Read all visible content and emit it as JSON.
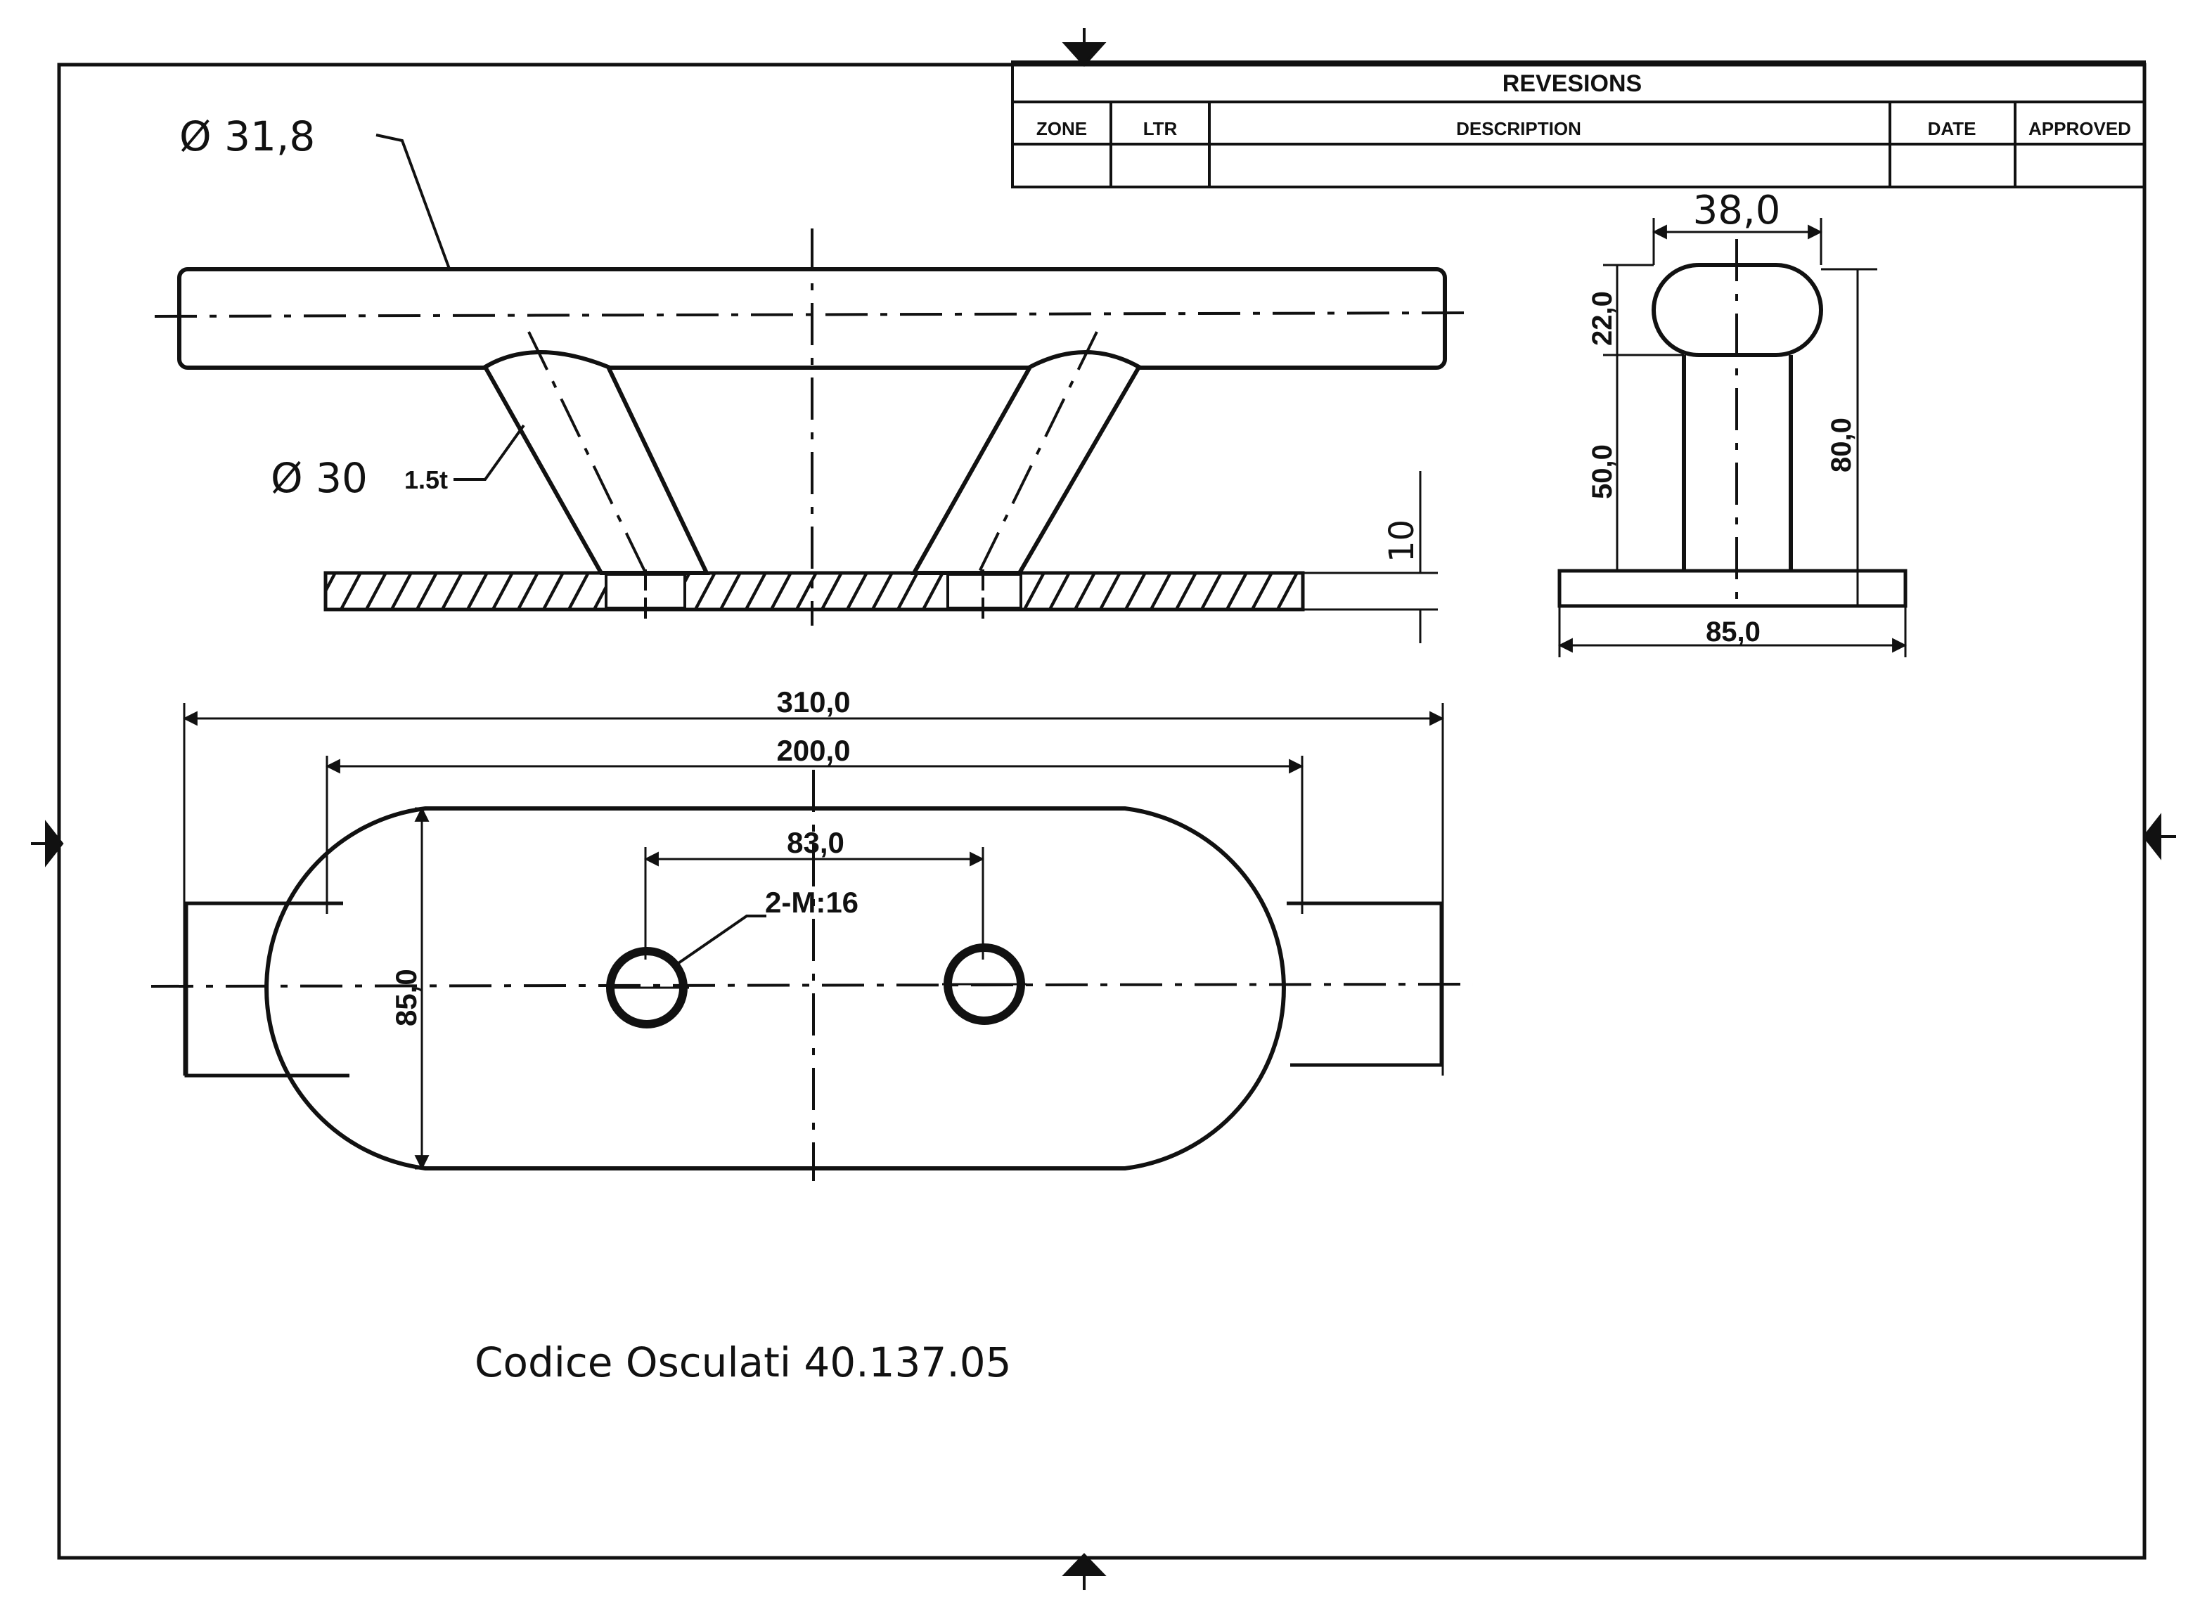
{
  "revisions": {
    "title": "REVESIONS",
    "columns": [
      "ZONE",
      "LTR",
      "DESCRIPTION",
      "DATE",
      "APPROVED"
    ]
  },
  "labels": {
    "tube_diameter": "Ø 31,8",
    "leg_diameter": "Ø 30",
    "leg_thickness": "1.5t",
    "holes": "2-M:16",
    "product_code": "Codice Osculati 40.137.05"
  },
  "dimensions": {
    "base_thickness": "10",
    "side_top_width": "38,0",
    "side_tube_height": "22,0",
    "side_leg_height": "50,0",
    "side_total_height": "80,0",
    "side_base_width": "85,0",
    "overall_length": "310,0",
    "base_length": "200,0",
    "hole_spacing": "83,0",
    "base_width": "85,0"
  },
  "colors": {
    "ink": "#111111",
    "paper": "#ffffff"
  }
}
